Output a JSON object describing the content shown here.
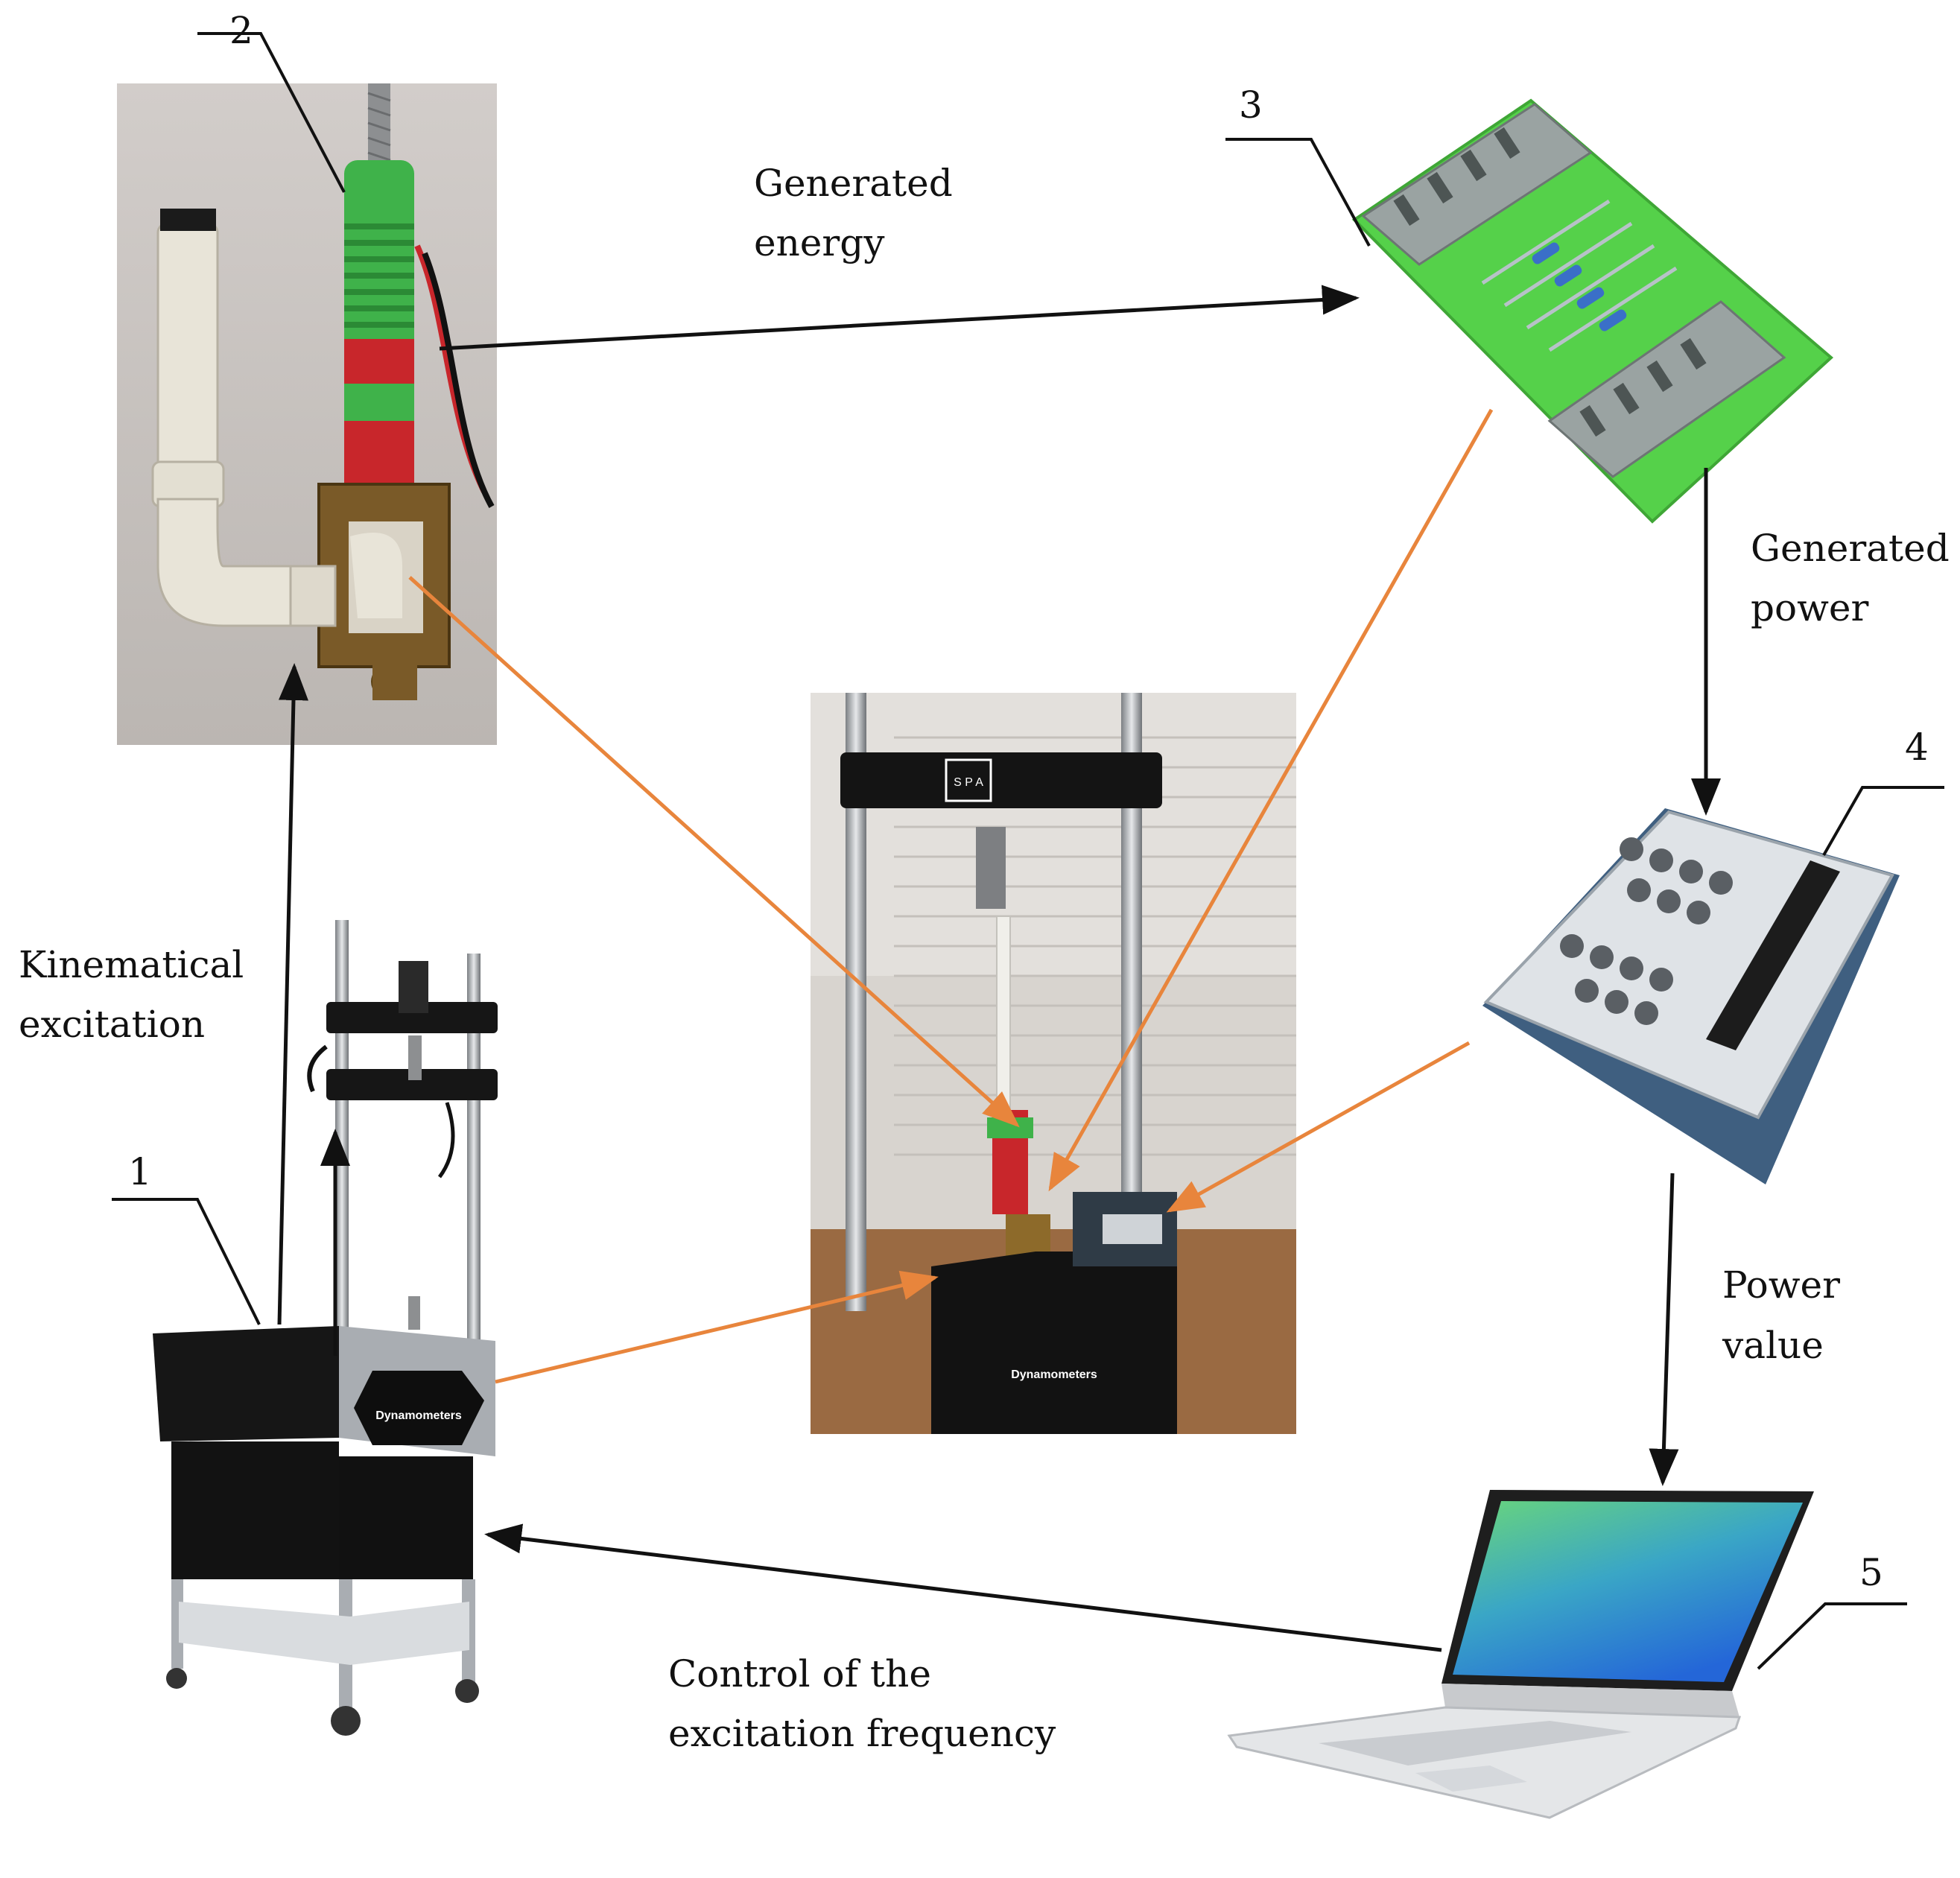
{
  "numbers": {
    "n1": "1",
    "n2": "2",
    "n3": "3",
    "n4": "4",
    "n5": "5"
  },
  "labels": {
    "generated_energy_line1": "Generated",
    "generated_energy_line2": "energy",
    "generated_power_line1": "Generated",
    "generated_power_line2": "power",
    "kinematical_line1": "Kinematical",
    "kinematical_line2": "excitation",
    "power_value_line1": "Power",
    "power_value_line2": "value",
    "control_line1": "Control of the",
    "control_line2": "excitation frequency"
  },
  "device_text": {
    "dyn_logo_tester": "Dynamometers",
    "dyn_logo_center": "Dynamometers",
    "crosshead_logo": "S P A"
  },
  "colors": {
    "arrow_black": "#111111",
    "arrow_orange": "#e8853c",
    "pcb_green": "#55d14a",
    "terminal_grey": "#9aa3a2",
    "coil_green": "#3fb24a",
    "tape_red": "#c8262b",
    "pipe_white": "#e8e4d8",
    "photo_bg": "#c8c4c1",
    "machine_black": "#141414",
    "daq_blue": "#3f5f80",
    "daq_silver": "#dfe3e7",
    "screen_top": "#5fd173",
    "screen_bottom": "#2a76d6"
  }
}
